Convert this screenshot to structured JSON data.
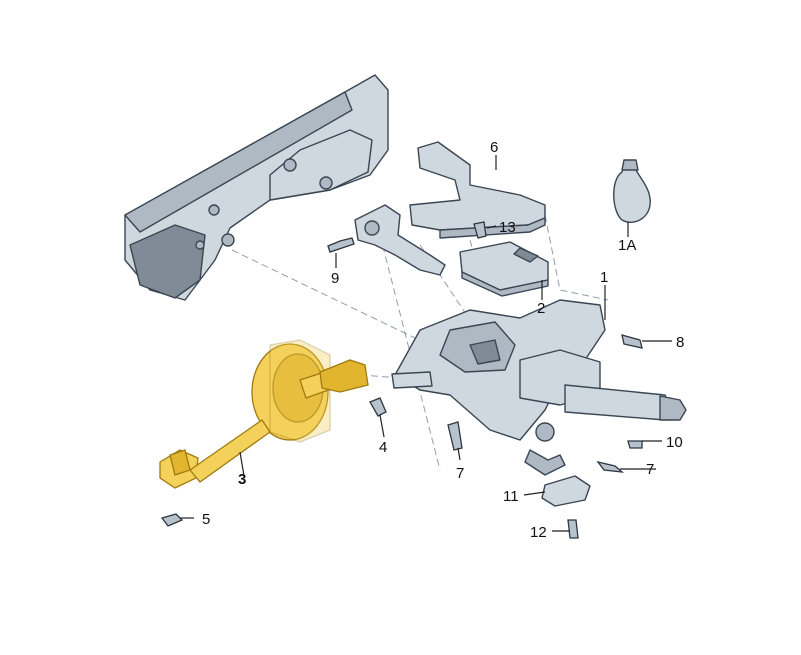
{
  "callouts": [
    {
      "id": "1",
      "label": "1"
    },
    {
      "id": "1a",
      "label": "1A"
    },
    {
      "id": "2",
      "label": "2"
    },
    {
      "id": "3",
      "label": "3"
    },
    {
      "id": "4",
      "label": "4"
    },
    {
      "id": "5",
      "label": "5"
    },
    {
      "id": "6",
      "label": "6"
    },
    {
      "id": "7a",
      "label": "7"
    },
    {
      "id": "7b",
      "label": "7"
    },
    {
      "id": "8",
      "label": "8"
    },
    {
      "id": "9",
      "label": "9"
    },
    {
      "id": "10",
      "label": "10"
    },
    {
      "id": "11",
      "label": "11"
    },
    {
      "id": "12",
      "label": "12"
    },
    {
      "id": "13",
      "label": "13"
    }
  ],
  "highlight_color": "#f3d15a",
  "part_color": "#cfd7df"
}
